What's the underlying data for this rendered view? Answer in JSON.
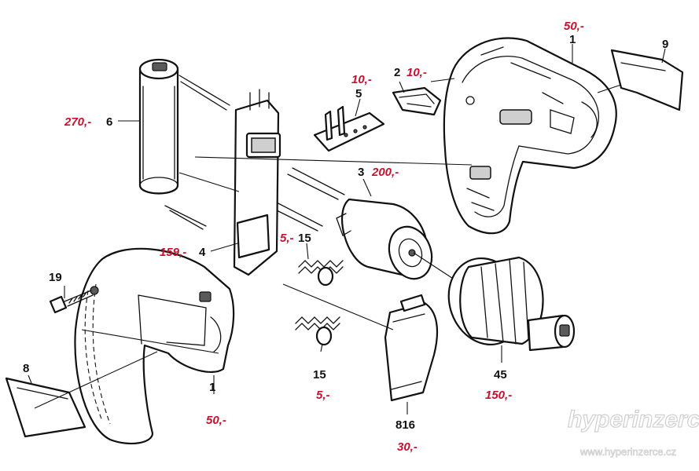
{
  "colors": {
    "price": "#c8102e",
    "line": "#111111",
    "watermark": "#d0d0d0"
  },
  "parts": [
    {
      "id": "p1a",
      "number": "1",
      "price": "50,-"
    },
    {
      "id": "p9",
      "number": "9",
      "price": ""
    },
    {
      "id": "p2",
      "number": "2",
      "price": "10,-"
    },
    {
      "id": "p5",
      "number": "5",
      "price": "10,-"
    },
    {
      "id": "p6",
      "number": "6",
      "price": "270,-"
    },
    {
      "id": "p3",
      "number": "3",
      "price": "200,-"
    },
    {
      "id": "p4",
      "number": "4",
      "price": "159,-"
    },
    {
      "id": "p15a",
      "number": "15",
      "price": "5,-"
    },
    {
      "id": "p15b",
      "number": "15",
      "price": "5,-"
    },
    {
      "id": "p19",
      "number": "19",
      "price": ""
    },
    {
      "id": "p8",
      "number": "8",
      "price": ""
    },
    {
      "id": "p1b",
      "number": "1",
      "price": "50,-"
    },
    {
      "id": "p816",
      "number": "816",
      "price": "30,-"
    },
    {
      "id": "p45",
      "number": "45",
      "price": "150,-"
    }
  ],
  "watermark": {
    "brand": "hyperinzerce",
    "url": "www.hyperinzerce.cz"
  }
}
